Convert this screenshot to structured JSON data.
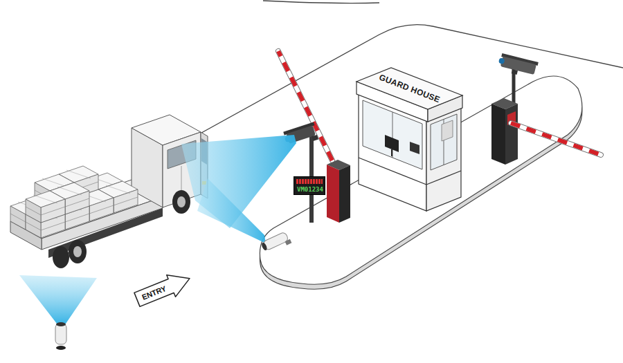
{
  "diagram": {
    "nodes": [
      {
        "text": [
          "GUARD HOUSE"
        ]
      },
      {
        "text": [
          "VM01234"
        ]
      },
      {
        "text": [
          "ENTRY"
        ]
      }
    ]
  }
}
